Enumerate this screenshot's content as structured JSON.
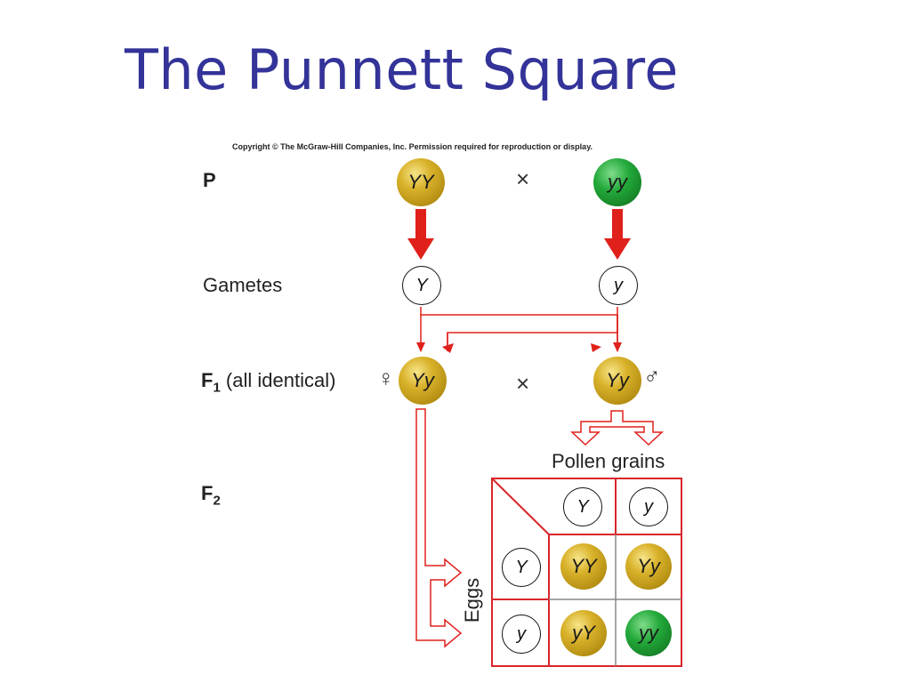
{
  "title": "The Punnett Square",
  "copyright": "Copyright © The McGraw-Hill Companies, Inc. Permission required for reproduction or display.",
  "rows": {
    "p": "P",
    "gametes": "Gametes",
    "f1_main": "F",
    "f1_sub": "1",
    "f1_note": "(all identical)",
    "f2_main": "F",
    "f2_sub": "2"
  },
  "parents": {
    "left": "YY",
    "right": "yy",
    "cross": "×"
  },
  "gametes": {
    "left": "Y",
    "right": "y"
  },
  "f1": {
    "left": "Yy",
    "right": "Yy",
    "cross": "×",
    "female_symbol": "♀",
    "male_symbol": "♂"
  },
  "punnett": {
    "pollen_label": "Pollen grains",
    "eggs_label": "Eggs",
    "pollen": [
      "Y",
      "y"
    ],
    "eggs": [
      "Y",
      "y"
    ],
    "cells": [
      [
        "YY",
        "Yy"
      ],
      [
        "yY",
        "yy"
      ]
    ]
  },
  "colors": {
    "title": "#333399",
    "yellow": "#d4ac22",
    "green": "#1e9e35",
    "arrow_red": "#e0201b",
    "grid_red": "#d9262b",
    "grid_gray": "#888888"
  }
}
